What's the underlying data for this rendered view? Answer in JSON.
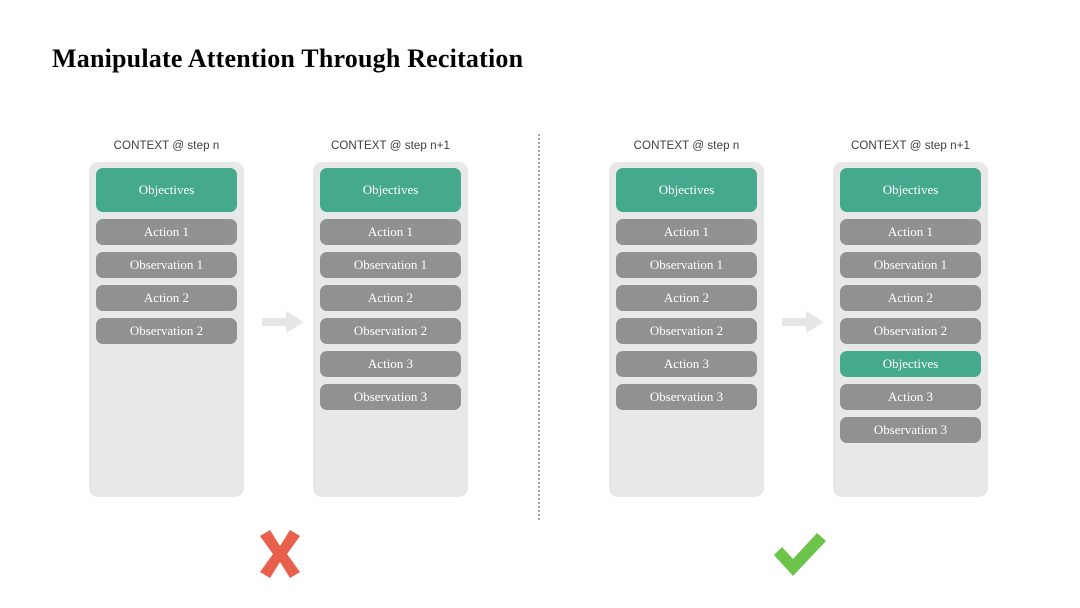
{
  "slide": {
    "title": "Manipulate Attention Through Recitation",
    "background_color": "#ffffff"
  },
  "colors": {
    "teal": "#45a98d",
    "gray_pill": "#919191",
    "panel_bg": "#e8e8e8",
    "arrow": "#e8e8e8",
    "cross_red": "#e8604c",
    "check_green": "#6cc44a",
    "divider": "#a8a8a8",
    "title_text": "#000000",
    "header_text": "#3d3d3d",
    "pill_text": "#ffffff"
  },
  "left": {
    "name": "without-recitation",
    "verdict_icon": "cross-icon",
    "arrow_icon": "right-arrow-icon",
    "columns": [
      {
        "header": "CONTEXT @ step n",
        "items": [
          {
            "label": "Objectives",
            "type": "teal",
            "size": "large"
          },
          {
            "label": "Action 1",
            "type": "gray",
            "size": "normal"
          },
          {
            "label": "Observation 1",
            "type": "gray",
            "size": "normal"
          },
          {
            "label": "Action 2",
            "type": "gray",
            "size": "normal"
          },
          {
            "label": "Observation 2",
            "type": "gray",
            "size": "normal"
          }
        ]
      },
      {
        "header": "CONTEXT @ step n+1",
        "items": [
          {
            "label": "Objectives",
            "type": "teal",
            "size": "large"
          },
          {
            "label": "Action 1",
            "type": "gray",
            "size": "normal"
          },
          {
            "label": "Observation 1",
            "type": "gray",
            "size": "normal"
          },
          {
            "label": "Action 2",
            "type": "gray",
            "size": "normal"
          },
          {
            "label": "Observation 2",
            "type": "gray",
            "size": "normal"
          },
          {
            "label": "Action 3",
            "type": "gray",
            "size": "normal"
          },
          {
            "label": "Observation 3",
            "type": "gray",
            "size": "normal"
          }
        ]
      }
    ]
  },
  "right": {
    "name": "with-recitation",
    "verdict_icon": "check-icon",
    "arrow_icon": "right-arrow-icon",
    "columns": [
      {
        "header": "CONTEXT @ step n",
        "items": [
          {
            "label": "Objectives",
            "type": "teal",
            "size": "large"
          },
          {
            "label": "Action 1",
            "type": "gray",
            "size": "normal"
          },
          {
            "label": "Observation 1",
            "type": "gray",
            "size": "normal"
          },
          {
            "label": "Action 2",
            "type": "gray",
            "size": "normal"
          },
          {
            "label": "Observation 2",
            "type": "gray",
            "size": "normal"
          },
          {
            "label": "Action 3",
            "type": "gray",
            "size": "normal"
          },
          {
            "label": "Observation 3",
            "type": "gray",
            "size": "normal"
          }
        ]
      },
      {
        "header": "CONTEXT @ step n+1",
        "items": [
          {
            "label": "Objectives",
            "type": "teal",
            "size": "large"
          },
          {
            "label": "Action 1",
            "type": "gray",
            "size": "normal"
          },
          {
            "label": "Observation 1",
            "type": "gray",
            "size": "normal"
          },
          {
            "label": "Action 2",
            "type": "gray",
            "size": "normal"
          },
          {
            "label": "Observation 2",
            "type": "gray",
            "size": "normal"
          },
          {
            "label": "Objectives",
            "type": "teal",
            "size": "normal"
          },
          {
            "label": "Action 3",
            "type": "gray",
            "size": "normal"
          },
          {
            "label": "Observation 3",
            "type": "gray",
            "size": "normal"
          }
        ]
      }
    ]
  }
}
